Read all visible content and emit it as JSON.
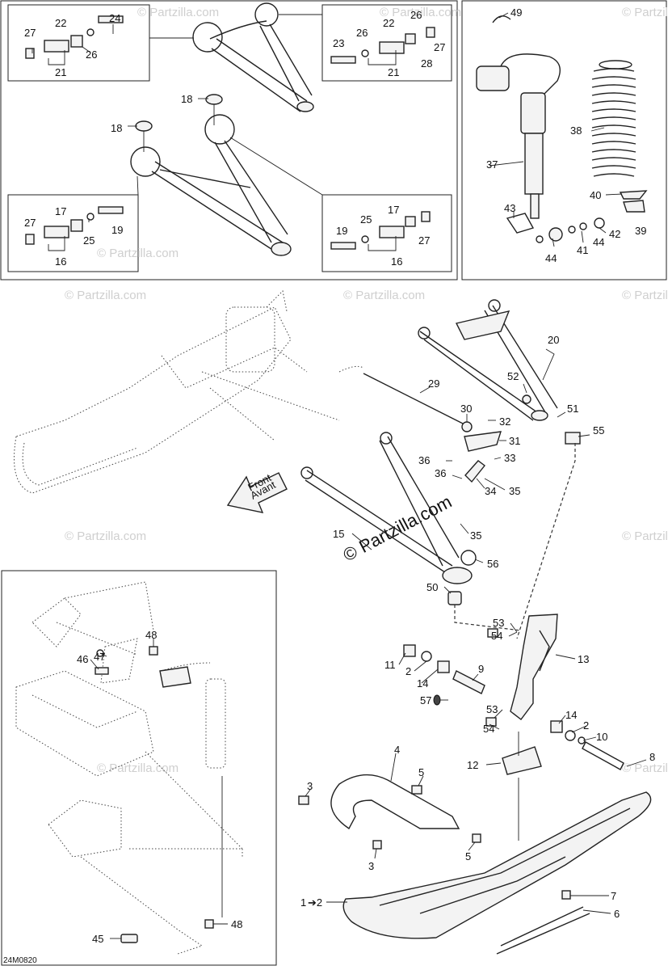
{
  "diagram_code": "24M0820",
  "watermark": "© Partzilla.com",
  "direction_label": {
    "line1": "Front",
    "line2": "Avant"
  },
  "callouts": {
    "c1": "1",
    "c1b": "➔2",
    "c2a": "2",
    "c2b": "2",
    "c3a": "3",
    "c3b": "3",
    "c4": "4",
    "c5a": "5",
    "c5b": "5",
    "c6": "6",
    "c7": "7",
    "c8": "8",
    "c9": "9",
    "c10": "10",
    "c11": "11",
    "c12": "12",
    "c13": "13",
    "c14a": "14",
    "c14b": "14",
    "c15": "15",
    "c16a": "16",
    "c16b": "16",
    "c17a": "17",
    "c17b": "17",
    "c18a": "18",
    "c18b": "18",
    "c19a": "19",
    "c19b": "19",
    "c20": "20",
    "c21a": "21",
    "c21b": "21",
    "c22a": "22",
    "c22b": "22",
    "c23": "23",
    "c24": "24",
    "c25a": "25",
    "c25b": "25",
    "c26a": "26",
    "c26b": "26",
    "c27a": "27",
    "c27b": "27",
    "c27c": "27",
    "c27d": "27",
    "c28": "28",
    "c29": "29",
    "c30": "30",
    "c31": "31",
    "c32": "32",
    "c33": "33",
    "c34": "34",
    "c35a": "35",
    "c35b": "35",
    "c36a": "36",
    "c36b": "36",
    "c37": "37",
    "c38": "38",
    "c39": "39",
    "c40": "40",
    "c41": "41",
    "c42": "42",
    "c43": "43",
    "c44a": "44",
    "c44b": "44",
    "c45": "45",
    "c46": "46",
    "c47": "47",
    "c48a": "48",
    "c48b": "48",
    "c49": "49",
    "c50": "50",
    "c51": "51",
    "c52": "52",
    "c53a": "53",
    "c53b": "53",
    "c54a": "54",
    "c54b": "54",
    "c55": "55",
    "c56": "56",
    "c57": "57"
  }
}
